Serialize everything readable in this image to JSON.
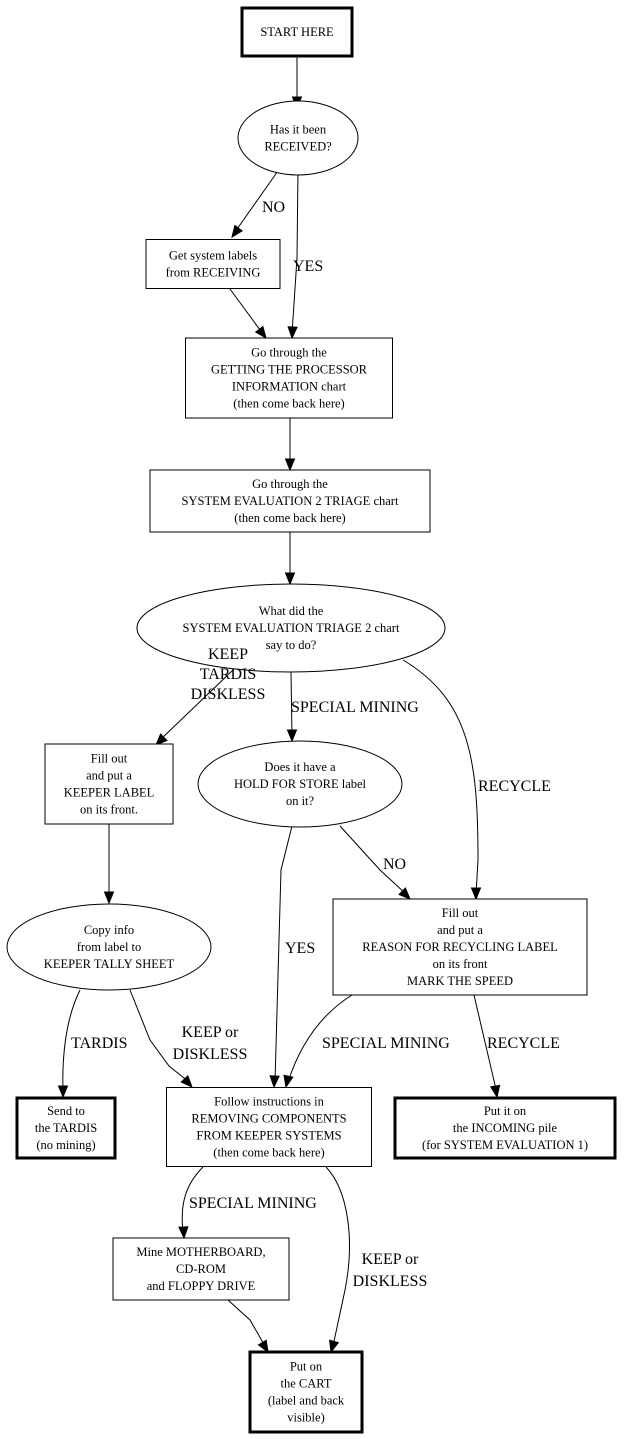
{
  "nodes": {
    "start": {
      "lines": [
        "START HERE"
      ],
      "shape": "box-thick"
    },
    "received": {
      "lines": [
        "Has it been",
        "RECEIVED?"
      ],
      "shape": "ellipse"
    },
    "get_labels": {
      "lines": [
        "Get system labels",
        "from RECEIVING"
      ],
      "shape": "box"
    },
    "processor_info": {
      "lines": [
        "Go through the",
        "GETTING THE PROCESSOR",
        "INFORMATION chart",
        "(then come back here)"
      ],
      "shape": "box"
    },
    "triage": {
      "lines": [
        "Go through the",
        "SYSTEM EVALUATION 2 TRIAGE chart",
        "(then come back here)"
      ],
      "shape": "box"
    },
    "what_did": {
      "lines": [
        "What did the",
        "SYSTEM EVALUATION TRIAGE 2 chart",
        "say to do?"
      ],
      "shape": "ellipse"
    },
    "keeper_label": {
      "lines": [
        "Fill out",
        "and put a",
        "KEEPER LABEL",
        "on its front."
      ],
      "shape": "box"
    },
    "hold_store": {
      "lines": [
        "Does it have a",
        "HOLD FOR STORE label",
        "on it?"
      ],
      "shape": "ellipse"
    },
    "recycle_label": {
      "lines": [
        "Fill out",
        "and put a",
        "REASON FOR RECYCLING LABEL",
        "on its front",
        "MARK THE SPEED"
      ],
      "shape": "box"
    },
    "copy_info": {
      "lines": [
        "Copy info",
        "from label to",
        "KEEPER TALLY SHEET"
      ],
      "shape": "ellipse"
    },
    "tardis": {
      "lines": [
        "Send to",
        "the TARDIS",
        "(no mining)"
      ],
      "shape": "box-thick"
    },
    "removing": {
      "lines": [
        "Follow instructions in",
        "REMOVING COMPONENTS",
        "FROM KEEPER SYSTEMS",
        "(then come back here)"
      ],
      "shape": "box"
    },
    "incoming": {
      "lines": [
        "Put it on",
        "the INCOMING pile",
        "(for SYSTEM EVALUATION 1)"
      ],
      "shape": "box-thick"
    },
    "mine": {
      "lines": [
        "Mine MOTHERBOARD,",
        "CD-ROM",
        "and FLOPPY DRIVE"
      ],
      "shape": "box"
    },
    "cart": {
      "lines": [
        "Put on",
        "the CART",
        "(label and back",
        "visible)"
      ],
      "shape": "box-thick"
    }
  },
  "edges": [
    {
      "from": "start",
      "to": "received",
      "label": []
    },
    {
      "from": "received",
      "to": "get_labels",
      "label": [
        "NO"
      ]
    },
    {
      "from": "received",
      "to": "processor_info",
      "label": [
        "YES"
      ]
    },
    {
      "from": "get_labels",
      "to": "processor_info",
      "label": []
    },
    {
      "from": "processor_info",
      "to": "triage",
      "label": []
    },
    {
      "from": "triage",
      "to": "what_did",
      "label": []
    },
    {
      "from": "what_did",
      "to": "keeper_label",
      "label": [
        "KEEP",
        "TARDIS",
        "DISKLESS"
      ]
    },
    {
      "from": "what_did",
      "to": "hold_store",
      "label": [
        "SPECIAL MINING"
      ]
    },
    {
      "from": "what_did",
      "to": "recycle_label",
      "label": [
        "RECYCLE"
      ]
    },
    {
      "from": "keeper_label",
      "to": "copy_info",
      "label": []
    },
    {
      "from": "hold_store",
      "to": "removing",
      "label": [
        "YES"
      ]
    },
    {
      "from": "hold_store",
      "to": "recycle_label",
      "label": [
        "NO"
      ]
    },
    {
      "from": "copy_info",
      "to": "tardis",
      "label": [
        "TARDIS"
      ]
    },
    {
      "from": "copy_info",
      "to": "removing",
      "label": [
        "KEEP or",
        "DISKLESS"
      ]
    },
    {
      "from": "recycle_label",
      "to": "removing",
      "label": [
        "SPECIAL MINING"
      ]
    },
    {
      "from": "recycle_label",
      "to": "incoming",
      "label": [
        "RECYCLE"
      ]
    },
    {
      "from": "removing",
      "to": "mine",
      "label": [
        "SPECIAL MINING"
      ]
    },
    {
      "from": "removing",
      "to": "cart",
      "label": [
        "KEEP or",
        "DISKLESS"
      ]
    },
    {
      "from": "mine",
      "to": "cart",
      "label": []
    }
  ]
}
